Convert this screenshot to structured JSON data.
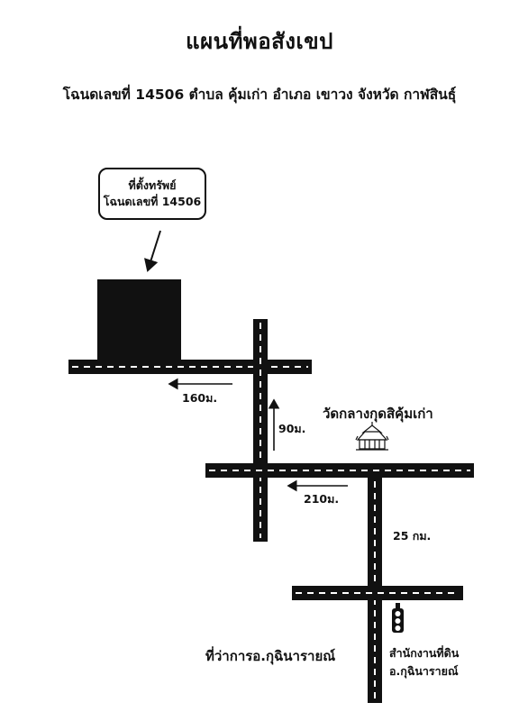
{
  "title": "แผนที่พอสังเขป",
  "subtitle": "โฉนดเลขที่ 14506 ตำบล คุ้มเก่า อำเภอ เขาวง จังหวัด กาฬสินธุ์",
  "callout": {
    "line1": "ที่ตั้งทรัพย์",
    "line2": "โฉนดเลขที่ 14506"
  },
  "distances": {
    "d160": "160ม.",
    "d90": "90ม.",
    "d210": "210ม.",
    "d25": "25 กม."
  },
  "landmarks": {
    "temple": "วัดกลางกุดสิคุ้มเก่า",
    "district_office": "ที่ว่าการอ.กุฉินารายณ์",
    "land_office_line1": "สำนักงานที่ดิน",
    "land_office_line2": "อ.กุฉินารายณ์"
  },
  "icons": {
    "temple": "temple-icon",
    "traffic_light": "traffic-light-icon",
    "property": "property-block"
  }
}
